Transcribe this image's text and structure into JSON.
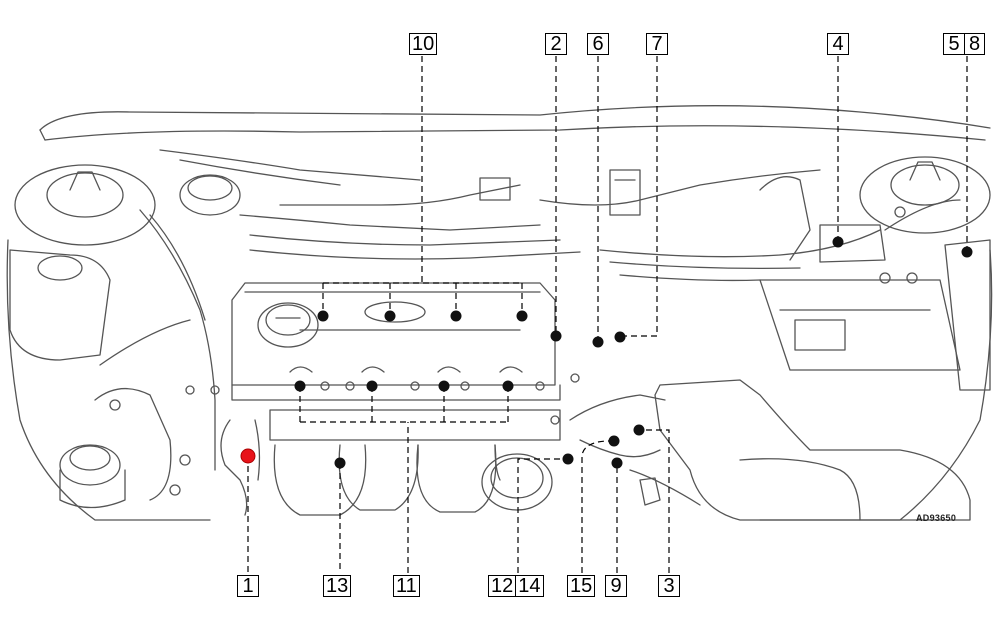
{
  "callouts": {
    "c10": "10",
    "c2": "2",
    "c6": "6",
    "c7": "7",
    "c4": "4",
    "c5": "5",
    "c8": "8",
    "c1": "1",
    "c13": "13",
    "c11": "11",
    "c12": "12",
    "c14": "14",
    "c15": "15",
    "c9": "9",
    "c3": "3"
  },
  "reference_code": "AD93650",
  "colors": {
    "line": "#4a4a4a",
    "callout_line": "#000000",
    "marker": "#111111",
    "highlight_marker": "#e8131a",
    "background": "#ffffff"
  }
}
